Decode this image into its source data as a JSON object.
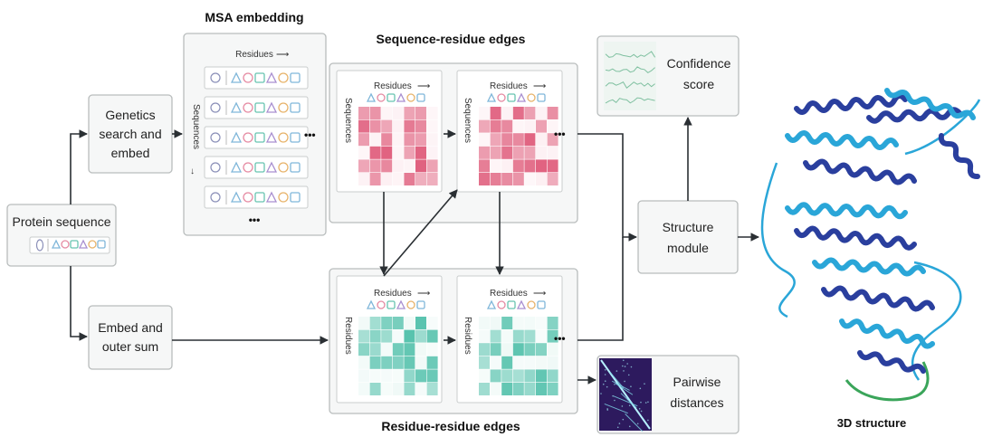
{
  "labels": {
    "msa_embedding": "MSA embedding",
    "sequence_residue_edges": "Sequence-residue edges",
    "residue_residue_edges": "Residue-residue edges",
    "three_d_structure": "3D structure",
    "residues_axis": "Residues",
    "sequences_axis": "Sequences",
    "ellipsis": "•••"
  },
  "nodes": {
    "protein_sequence": "Protein sequence",
    "genetics_line1": "Genetics",
    "genetics_line2": "search and",
    "genetics_line3": "embed",
    "embed_line1": "Embed and",
    "embed_line2": "outer sum",
    "confidence_line1": "Confidence",
    "confidence_line2": "score",
    "structure_line1": "Structure",
    "structure_line2": "module",
    "pairwise_line1": "Pairwise",
    "pairwise_line2": "distances"
  },
  "colors": {
    "sequence_matrix": "#e0607e",
    "residue_matrix": "#56c2ad",
    "protein_dark": "#2a3f9e",
    "protein_light": "#2aa6d8",
    "protein_tail": "#3aa55a",
    "heatmap_bg": "#2d1a5e"
  }
}
